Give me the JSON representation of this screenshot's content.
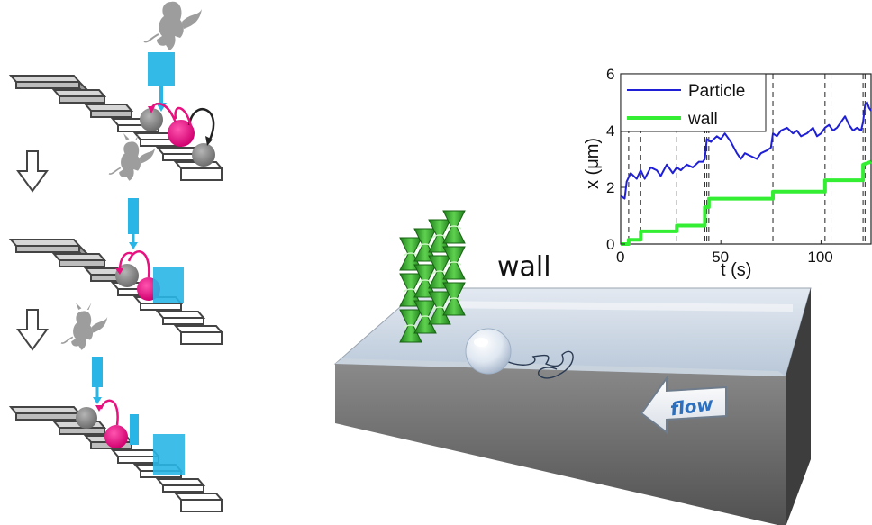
{
  "scene": {
    "wall_label": "wall",
    "flow_label": "flow"
  },
  "colors": {
    "magenta": "#e8117f",
    "cyan": "#29b6e6",
    "wall_green": "#2fa72b",
    "particle_line": "#1f1fd6",
    "wall_line": "#33ee33"
  },
  "icons": [
    "demon-icon",
    "staircase",
    "down-arrow-icon",
    "flow-arrow-icon"
  ],
  "chart_data": {
    "type": "line",
    "xlabel": "t (s)",
    "ylabel": "x (μm)",
    "xlim": [
      0,
      125
    ],
    "ylim": [
      0,
      6
    ],
    "xticks": [
      "0",
      "50",
      "100"
    ],
    "yticks": [
      "0",
      "2",
      "4",
      "6"
    ],
    "legend_position": "top-left",
    "series": [
      {
        "name": "Particle",
        "color": "#1f1fd6",
        "x": [
          0,
          2,
          3,
          5,
          8,
          10,
          12,
          15,
          18,
          20,
          23,
          26,
          28,
          30,
          33,
          36,
          39,
          41,
          42,
          43,
          45,
          48,
          50,
          52,
          55,
          58,
          60,
          62,
          65,
          68,
          70,
          73,
          75,
          76,
          78,
          80,
          83,
          86,
          88,
          90,
          93,
          96,
          98,
          100,
          102,
          104,
          106,
          108,
          110,
          112,
          114,
          116,
          118,
          120,
          121,
          122,
          123,
          124,
          125
        ],
        "y": [
          1.7,
          1.6,
          2.2,
          2.5,
          2.3,
          2.6,
          2.3,
          2.7,
          2.6,
          2.4,
          2.8,
          2.5,
          2.7,
          2.6,
          2.8,
          2.7,
          2.9,
          2.9,
          3.0,
          3.7,
          3.6,
          3.8,
          3.7,
          3.9,
          3.6,
          3.2,
          3.0,
          3.2,
          3.1,
          3.0,
          3.2,
          3.3,
          3.4,
          3.9,
          3.8,
          4.0,
          4.1,
          3.9,
          4.0,
          3.8,
          3.9,
          4.1,
          3.8,
          3.9,
          4.1,
          4.2,
          4.0,
          4.1,
          4.3,
          4.5,
          4.2,
          4.0,
          4.1,
          4.0,
          4.3,
          4.9,
          5.0,
          4.8,
          4.7
        ]
      },
      {
        "name": "wall",
        "color": "#33ee33",
        "x": [
          0,
          4,
          4,
          10,
          10,
          28,
          28,
          42,
          42,
          44,
          44,
          76,
          76,
          102,
          102,
          121,
          121,
          125
        ],
        "y": [
          0.0,
          0.0,
          0.15,
          0.15,
          0.45,
          0.45,
          0.65,
          0.65,
          1.3,
          1.3,
          1.6,
          1.6,
          1.85,
          1.85,
          2.25,
          2.25,
          2.8,
          2.9
        ]
      }
    ],
    "dashed_event_lines_x": [
      4,
      10,
      28,
      42,
      43,
      44,
      76,
      102,
      105,
      121,
      122
    ]
  }
}
